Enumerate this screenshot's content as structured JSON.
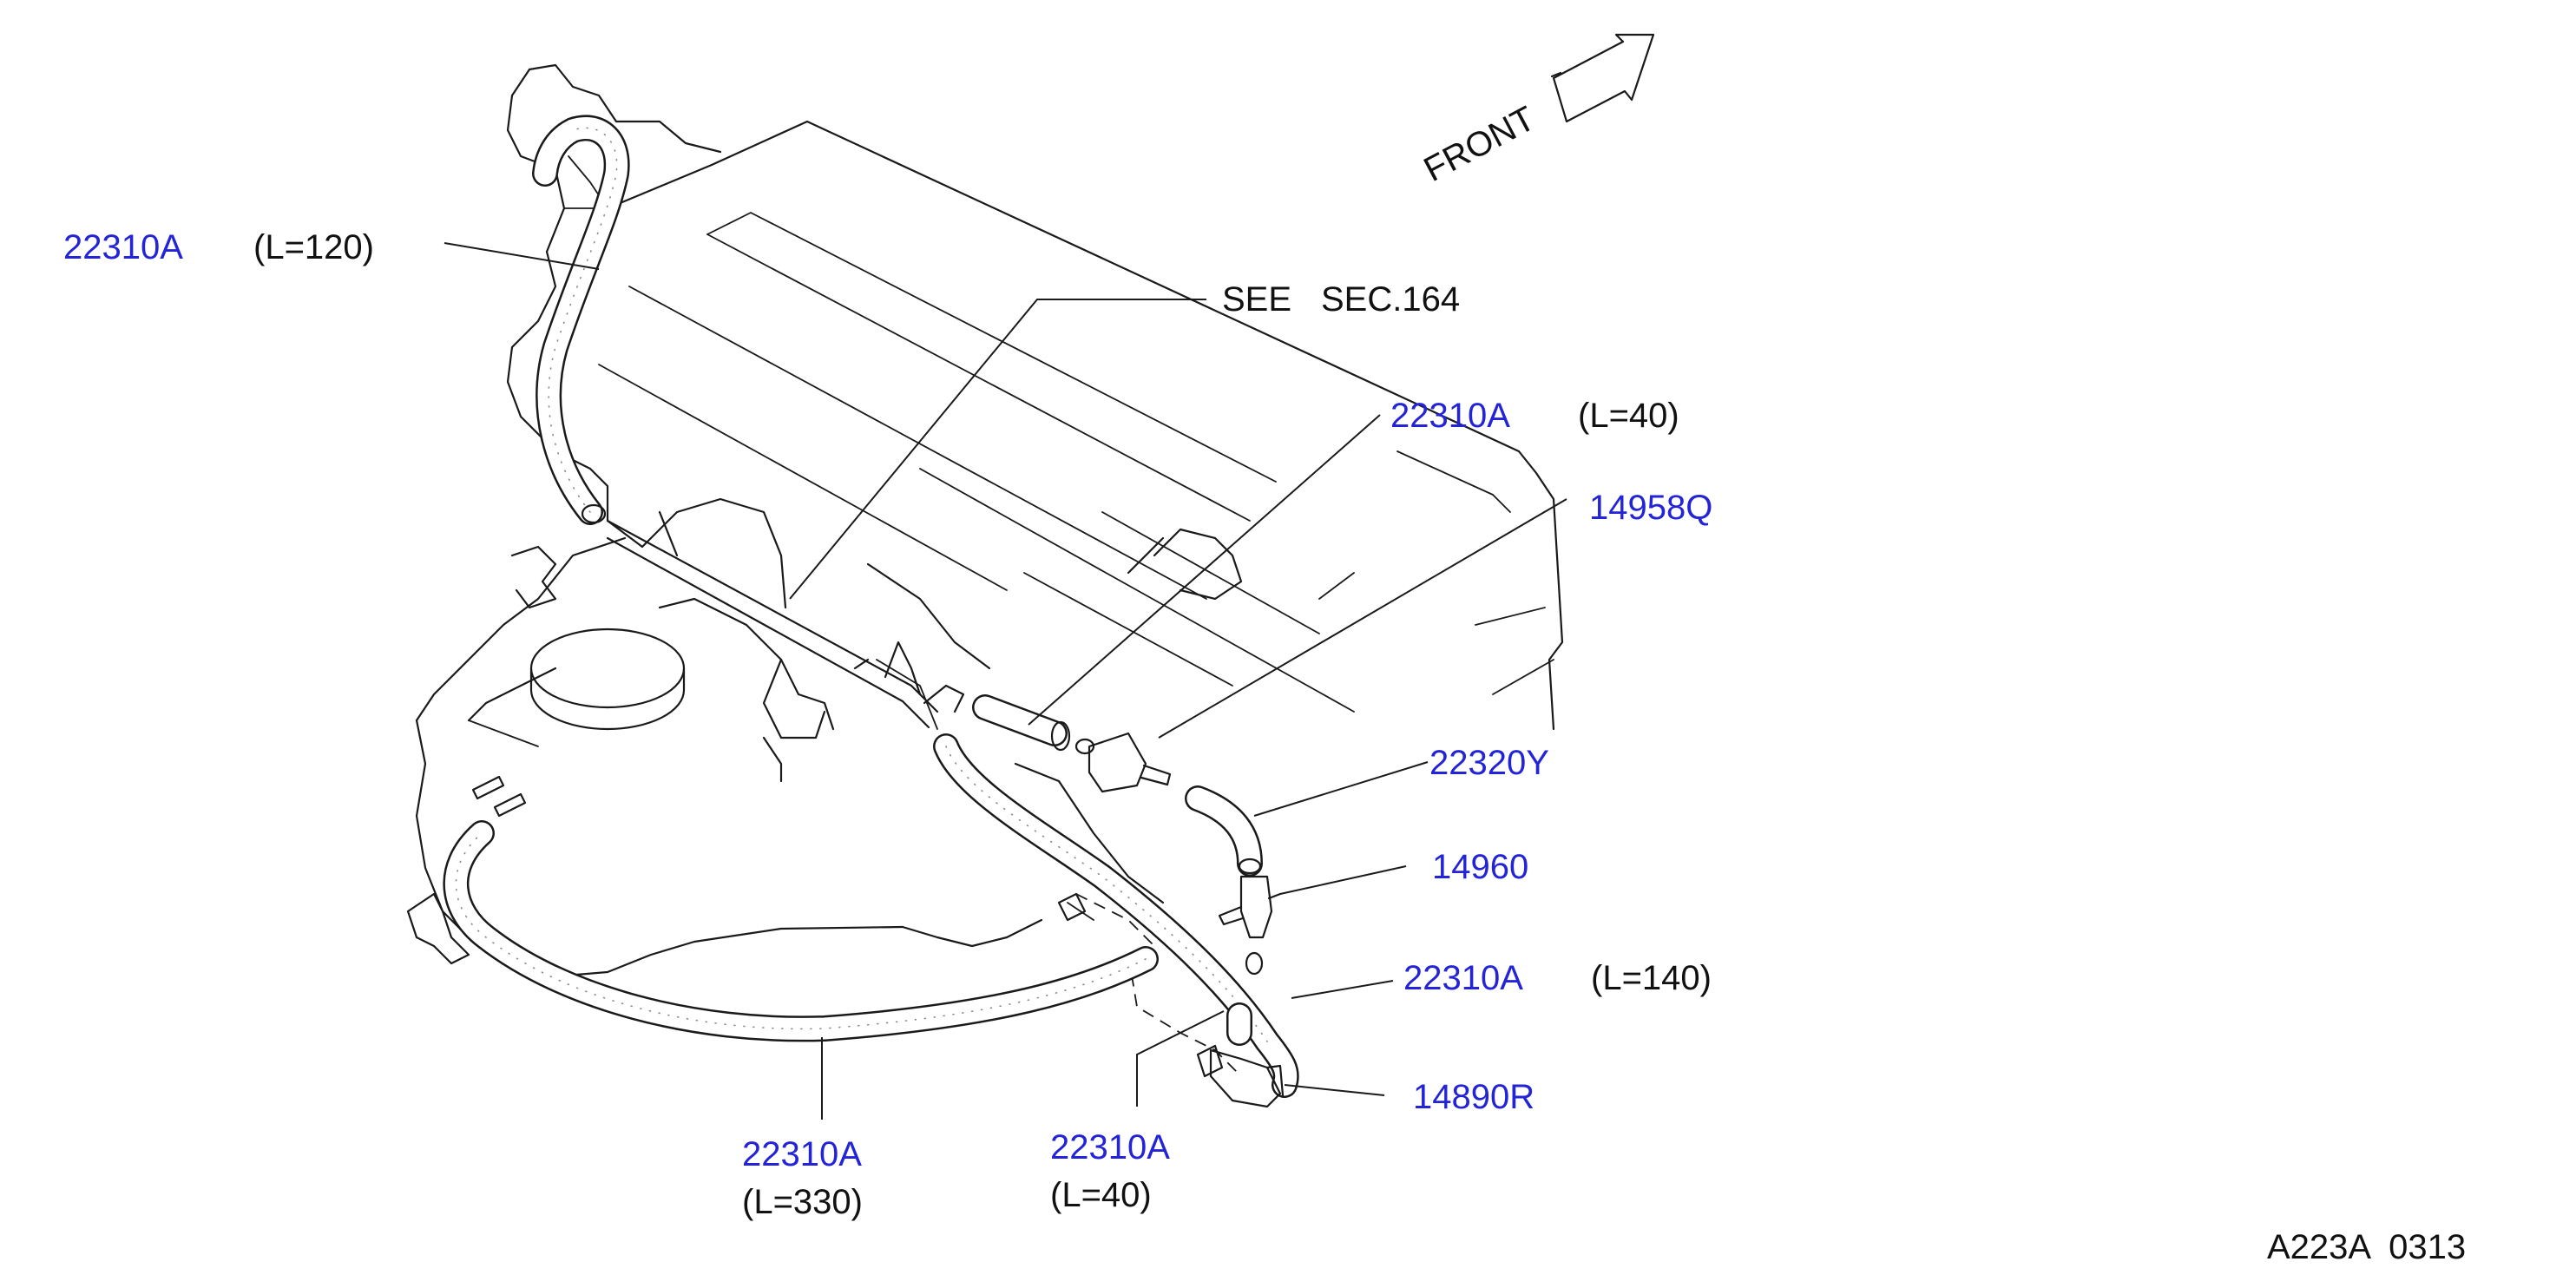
{
  "colors": {
    "part_number": "#2323d8",
    "text": "#111111",
    "line": "#1a1a1a"
  },
  "front_label": "FRONT",
  "see_reference": {
    "see": "SEE",
    "section": "SEC.164"
  },
  "callouts": [
    {
      "part": "22310A",
      "length": "(L=120)"
    },
    {
      "part": "22310A",
      "length": "(L=40)"
    },
    {
      "part": "14958Q"
    },
    {
      "part": "22320Y"
    },
    {
      "part": "14960"
    },
    {
      "part": "22310A",
      "length": "(L=140)"
    },
    {
      "part": "14890R"
    },
    {
      "part": "22310A",
      "length": "(L=330)"
    },
    {
      "part": "22310A",
      "length": "(L=40)"
    }
  ],
  "drawing_code": "A223A  0313",
  "icons": {
    "front_arrow": "front-arrow-icon"
  }
}
